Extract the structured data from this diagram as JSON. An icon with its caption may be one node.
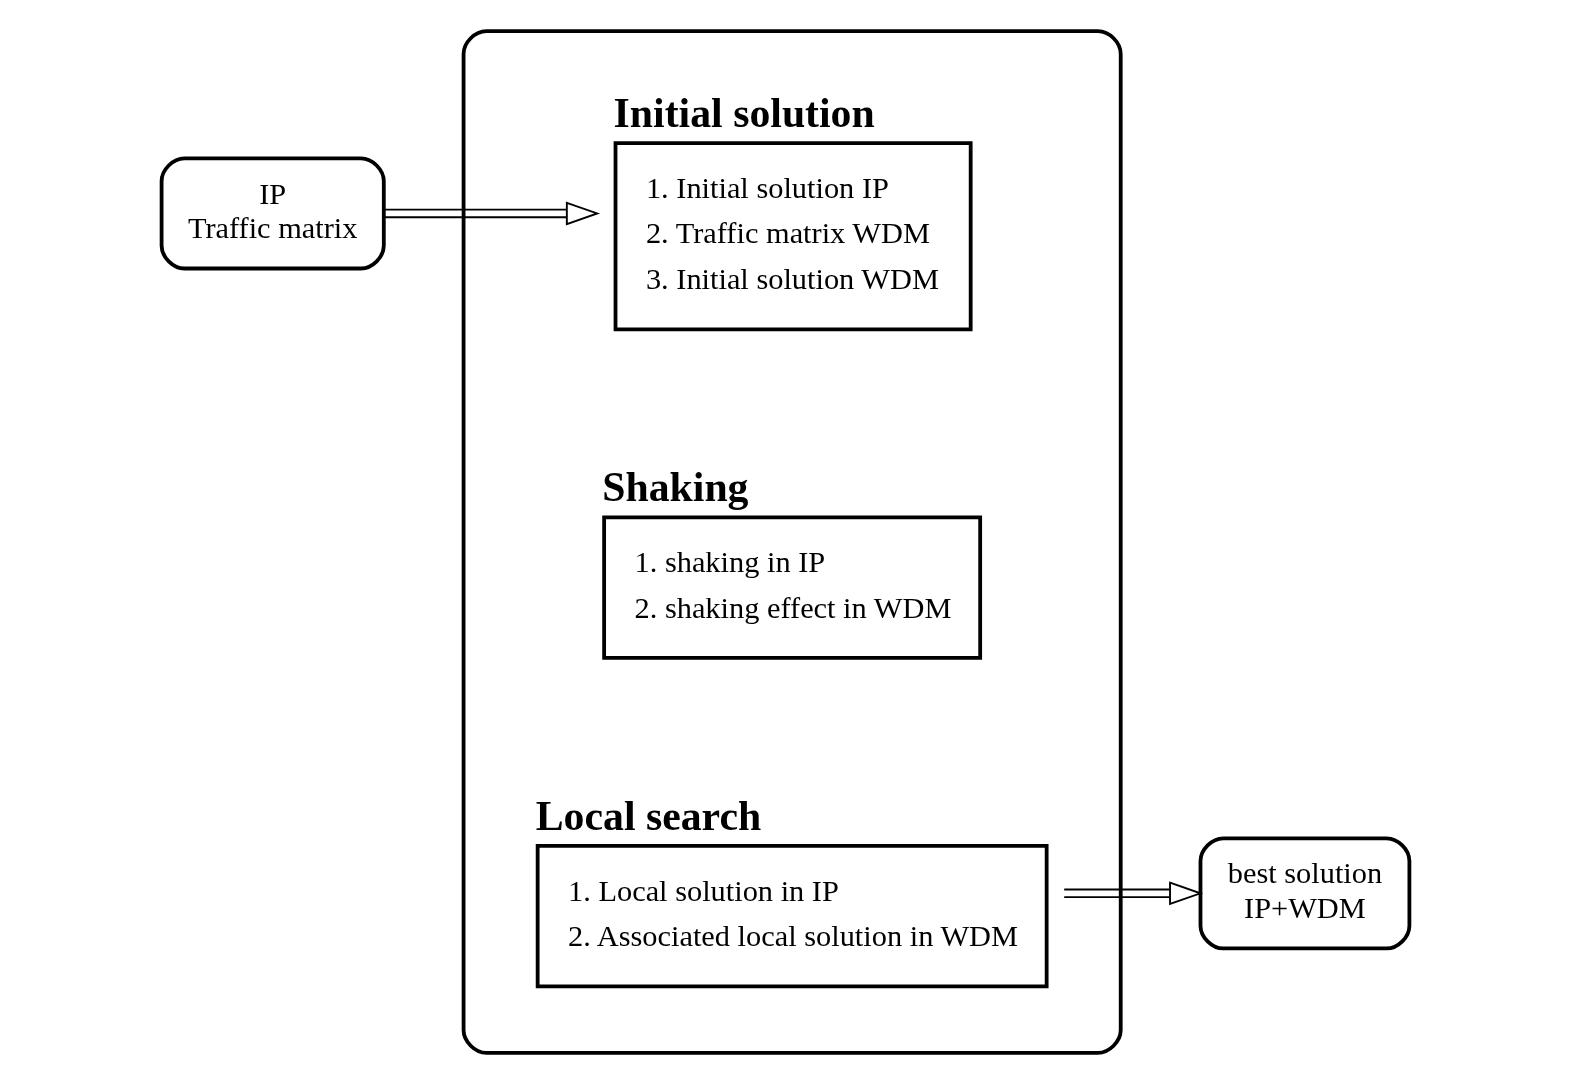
{
  "diagram": {
    "nodes": [
      {
        "text": [
          "IP",
          "Traffic matrix"
        ]
      },
      {
        "text": [],
        "shape": "box"
      },
      {
        "text": [
          "Initial solution",
          "1. Initial solution IP",
          "2. Traffic matrix WDM",
          "3. Initial solution WDM"
        ],
        "in": 1
      },
      {
        "text": [
          "Shaking",
          "1. shaking in IP",
          "2. shaking effect in WDM"
        ],
        "in": 1
      },
      {
        "text": [
          "Local search",
          "1. Local solution in IP",
          "2. Associated local solution in WDM"
        ],
        "in": 1
      },
      {
        "text": [
          "best solution",
          "IP+WDM"
        ]
      }
    ],
    "edges": [
      {
        "from": 0,
        "to": 2,
        "arrow": "to"
      },
      {
        "from": 4,
        "to": 5,
        "arrow": "to"
      }
    ]
  }
}
